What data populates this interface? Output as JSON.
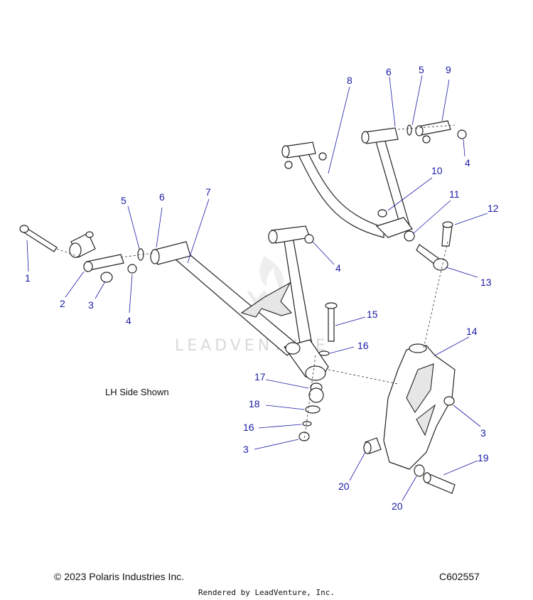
{
  "diagram": {
    "note": "LH Side Shown",
    "watermark": "LEADVENTURE",
    "callouts": [
      "1",
      "2",
      "3",
      "4",
      "5",
      "6",
      "7",
      "8",
      "6",
      "5",
      "9",
      "4",
      "10",
      "11",
      "12",
      "13",
      "4",
      "14",
      "15",
      "16",
      "17",
      "18",
      "16",
      "3",
      "3",
      "19",
      "20",
      "20"
    ]
  },
  "footer": {
    "copyright": "© 2023 Polaris Industries Inc.",
    "code": "C602557",
    "rendered_by": "Rendered by LeadVenture, Inc."
  },
  "colors": {
    "callout": "#1a1aa6",
    "linework": "#222222",
    "watermark": "#d9d9d9"
  }
}
